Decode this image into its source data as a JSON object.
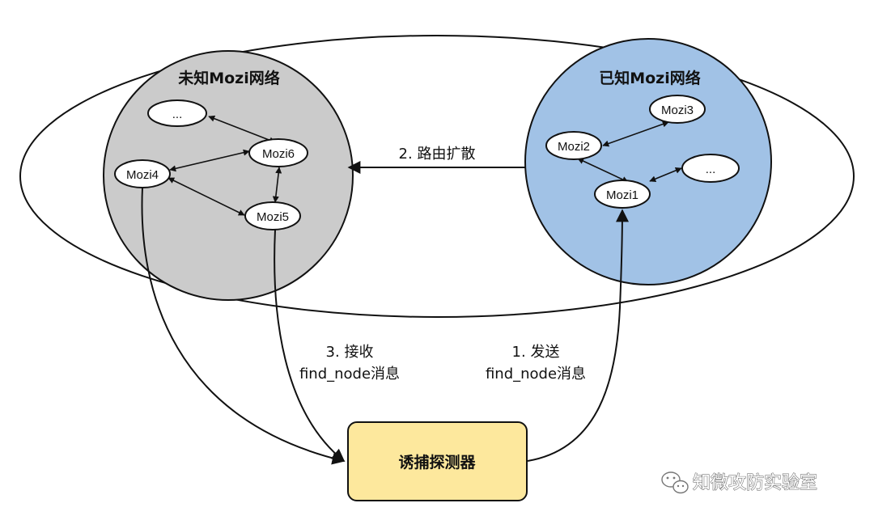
{
  "regions": {
    "unknown_title": "未知Mozi网络",
    "known_title": "已知Mozi网络"
  },
  "nodes": {
    "unknown_ellipsis": "...",
    "mozi6": "Mozi6",
    "mozi4": "Mozi4",
    "mozi5": "Mozi5",
    "mozi3": "Mozi3",
    "mozi2": "Mozi2",
    "known_ellipsis": "...",
    "mozi1": "Mozi1"
  },
  "steps": {
    "step2": "2. 路由扩散",
    "step3_line1": "3. 接收",
    "step3_line2": "find_node消息",
    "step1_line1": "1. 发送",
    "step1_line2": "find_node消息"
  },
  "detector": {
    "label": "诱捕探测器"
  },
  "watermark": {
    "text": "知微攻防实验室",
    "icon": "wechat-icon"
  },
  "colors": {
    "unknown_fill": "#cbcbcb",
    "known_fill": "#a1c2e6",
    "detector_fill": "#fde89d",
    "stroke": "#111111"
  }
}
